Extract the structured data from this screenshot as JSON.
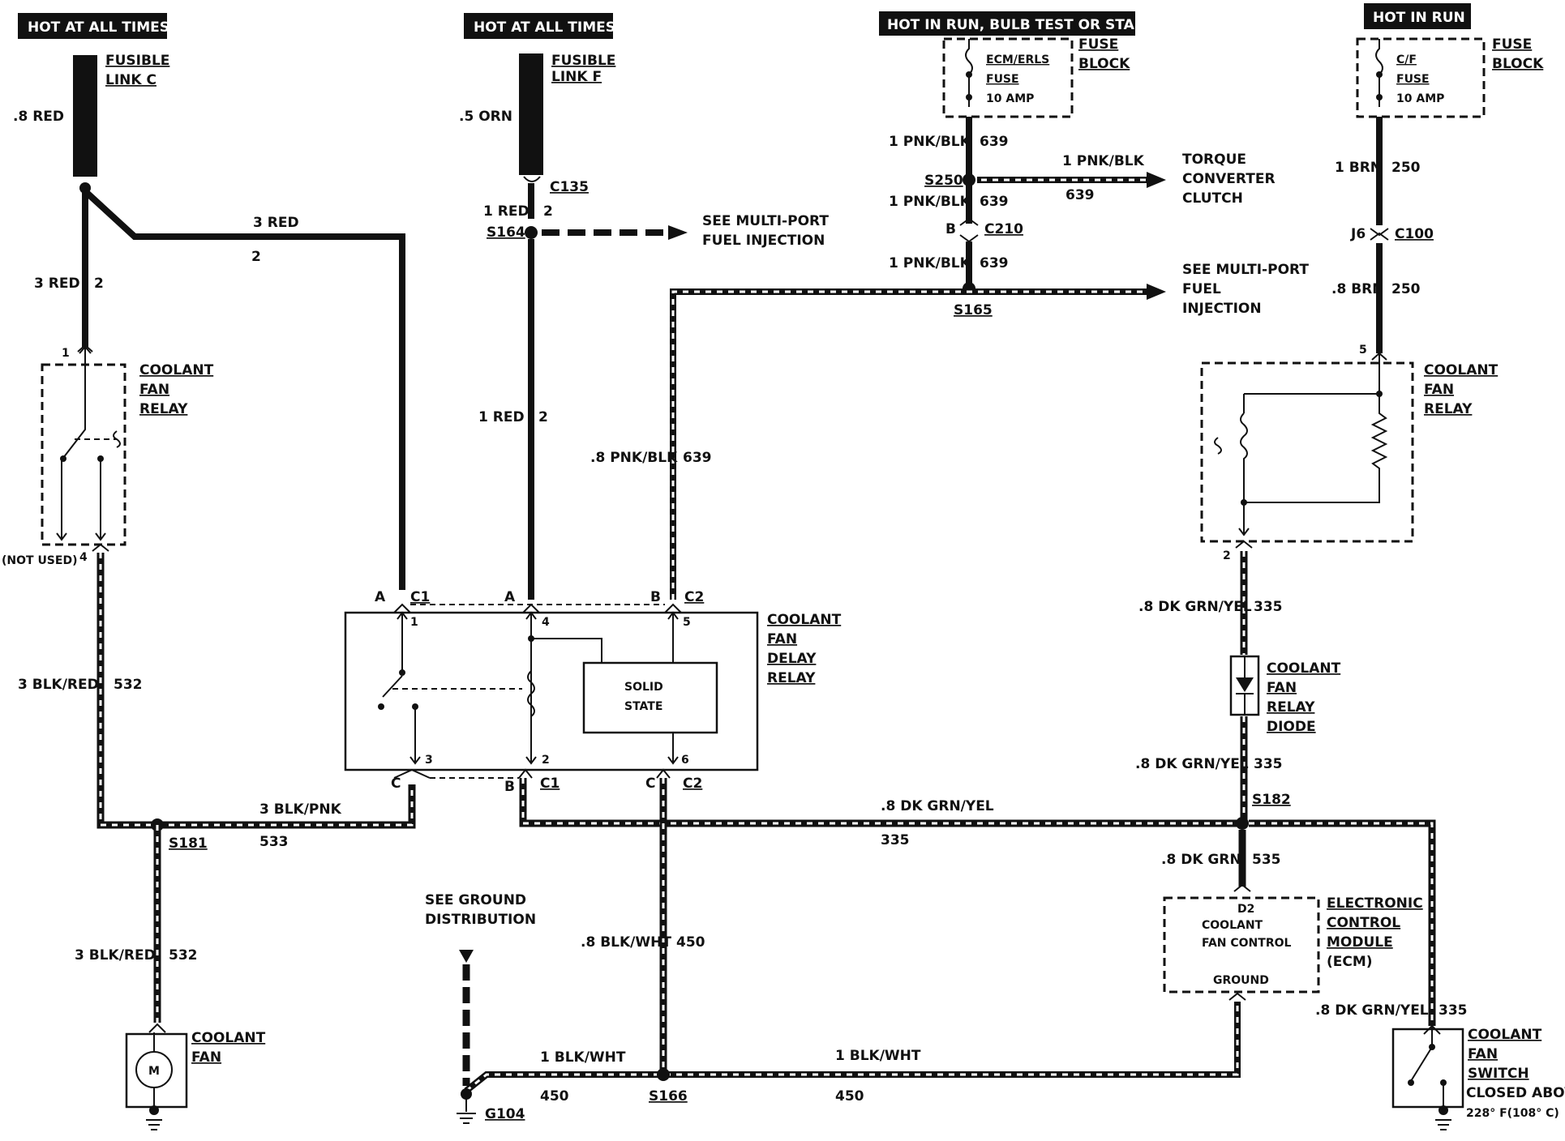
{
  "headers": {
    "hot_all_times_1": "HOT AT ALL TIMES",
    "hot_all_times_2": "HOT AT ALL TIMES",
    "hot_run_bulb": "HOT IN RUN, BULB TEST OR START",
    "hot_in_run": "HOT IN RUN"
  },
  "fusible_c": {
    "l1": "FUSIBLE",
    "l2": "LINK C"
  },
  "fusible_f": {
    "l1": "FUSIBLE",
    "l2": "LINK F"
  },
  "ecm_fuse": {
    "l1": "ECM/ERLS",
    "l2": "FUSE",
    "l3": "10  AMP",
    "fb1": "FUSE",
    "fb2": "BLOCK"
  },
  "cf_fuse": {
    "l1": "C/F",
    "l2": "FUSE",
    "l3": "10 AMP",
    "fb1": "FUSE",
    "fb2": "BLOCK"
  },
  "wires": {
    "red08": ".8 RED",
    "orn05": ".5 ORN",
    "red3_top": "3 RED",
    "num2_top": "2",
    "red3_left": "3 RED",
    "num2_left": "2",
    "red1_a": "1 RED",
    "num2_a": "2",
    "red1_b": "1 RED",
    "num2_b": "2",
    "pnkblk_a": "1 PNK/BLK",
    "n639_a": "639",
    "pnkblk_b": "1 PNK/BLK",
    "n639_b": "639",
    "pnkblk_c": "1 PNK/BLK",
    "n639_c": "639",
    "pnkblk_d": "1 PNK/BLK",
    "n639_d": "639",
    "pnkblk08": ".8 PNK/BLK",
    "n639_e": "639",
    "brn1": "1 BRN",
    "n250_a": "250",
    "brn08": ".8 BRN",
    "n250_b": "250",
    "blkred3_a": "3 BLK/RED",
    "n532_a": "532",
    "blkred3_b": "3 BLK/RED",
    "n532_b": "532",
    "blkpnk3": "3 BLK/PNK",
    "n533": "533",
    "grnyel_a": ".8 DK GRN/YEL",
    "n335_a": "335",
    "grnyel_b": ".8 DK GRN/YEL",
    "n335_b": "335",
    "grnyel_c": ".8 DK GRN/YEL",
    "n335_c": "335",
    "grnyel_d": ".8 DK GRN/YEL",
    "n335_d": "335",
    "grn08": ".8 DK GRN",
    "n535": "535",
    "blkwht08": ".8 BLK/WHT",
    "n450_a": "450",
    "blkwht1_a": "1 BLK/WHT",
    "n450_b": "450",
    "blkwht1_b": "1 BLK/WHT",
    "n450_c": "450"
  },
  "connectors": {
    "c135": "C135",
    "s164": "S164",
    "s250": "S250",
    "b": "B",
    "c210": "C210",
    "s165": "S165",
    "j6": "J6",
    "c100": "C100",
    "s181": "S181",
    "s182": "S182",
    "s166": "S166",
    "g104": "G104"
  },
  "refs": {
    "mpfi1_l1": "SEE MULTI-PORT",
    "mpfi1_l2": "FUEL INJECTION",
    "tcc_l1": "TORQUE",
    "tcc_l2": "CONVERTER",
    "tcc_l3": "CLUTCH",
    "mpfi2_l1": "SEE MULTI-PORT",
    "mpfi2_l2": "FUEL",
    "mpfi2_l3": "INJECTION",
    "gd_l1": "SEE GROUND",
    "gd_l2": "DISTRIBUTION"
  },
  "relay_left": {
    "l1": "COOLANT",
    "l2": "FAN",
    "l3": "RELAY",
    "pin_top": "1",
    "pin_bot": "4",
    "not_used": "(NOT USED)"
  },
  "relay_right": {
    "l1": "COOLANT",
    "l2": "FAN",
    "l3": "RELAY",
    "pin_top": "5",
    "pin_bot": "2"
  },
  "delay_relay": {
    "l1": "COOLANT",
    "l2": "FAN",
    "l3": "DELAY",
    "l4": "RELAY",
    "ss1": "SOLID",
    "ss2": "STATE",
    "tA1": "A",
    "tC1a": "C1",
    "tA2": "A",
    "tB": "B",
    "tC2a": "C2",
    "p1": "1",
    "p4": "4",
    "p5": "5",
    "p3": "3",
    "p2": "2",
    "p6": "6",
    "bC": "C",
    "bB": "B",
    "bC1": "C1",
    "bC2c": "C",
    "bC2": "C2"
  },
  "diode": {
    "l1": "COOLANT",
    "l2": "FAN",
    "l3": "RELAY",
    "l4": "DIODE"
  },
  "ecm": {
    "d2": "D2",
    "l1": "COOLANT",
    "l2": "FAN CONTROL",
    "l3": "GROUND",
    "n1": "ELECTRONIC",
    "n2": "CONTROL",
    "n3": "MODULE",
    "n4": "(ECM)"
  },
  "fan": {
    "l1": "COOLANT",
    "l2": "FAN",
    "motor": "M"
  },
  "fan_switch": {
    "l1": "COOLANT",
    "l2": "FAN",
    "l3": "SWITCH",
    "l4": "CLOSED ABOVE",
    "l5": "228°  F(108° C)"
  }
}
